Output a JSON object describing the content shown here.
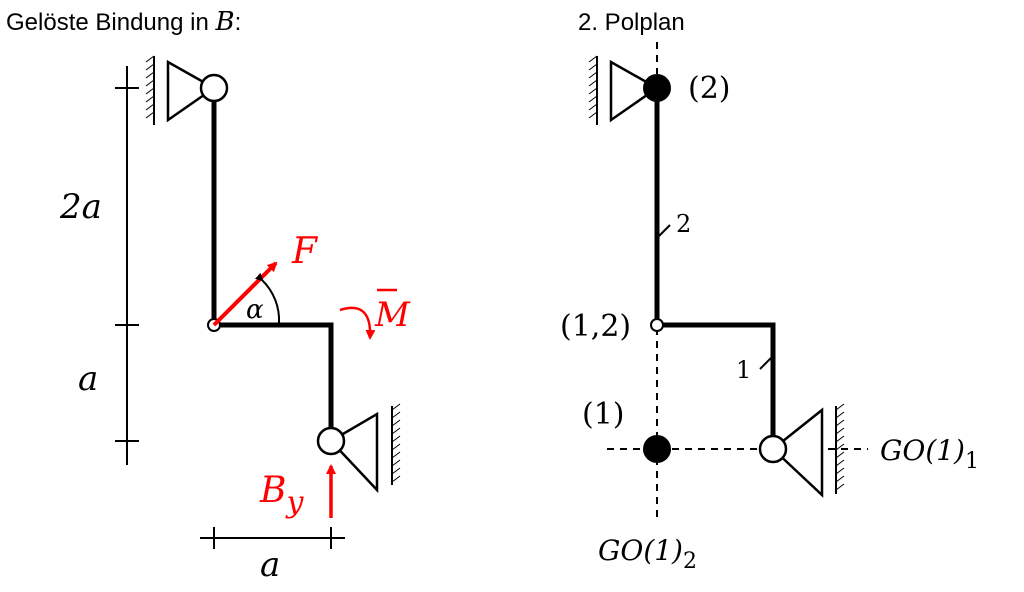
{
  "left_panel": {
    "title": "Gelöste Bindung in ",
    "title_var": "B",
    "title_colon": ":",
    "dim_2a": "2a",
    "dim_a_vertical": "a",
    "dim_a_horizontal": "a",
    "force_F": "F",
    "moment_M": "M",
    "angle_alpha": "α",
    "reaction_B": "B",
    "reaction_sub": "y",
    "accent_color": "#ff0000"
  },
  "right_panel": {
    "title": "2. Polplan",
    "pole_2": "(2)",
    "pole_12": "(1,2)",
    "pole_1": "(1)",
    "member_1": "1",
    "member_2": "2",
    "line_go1_1": "GO(1)",
    "line_go1_1_sub": "1",
    "line_go1_2": "GO(1)",
    "line_go1_2_sub": "2"
  }
}
